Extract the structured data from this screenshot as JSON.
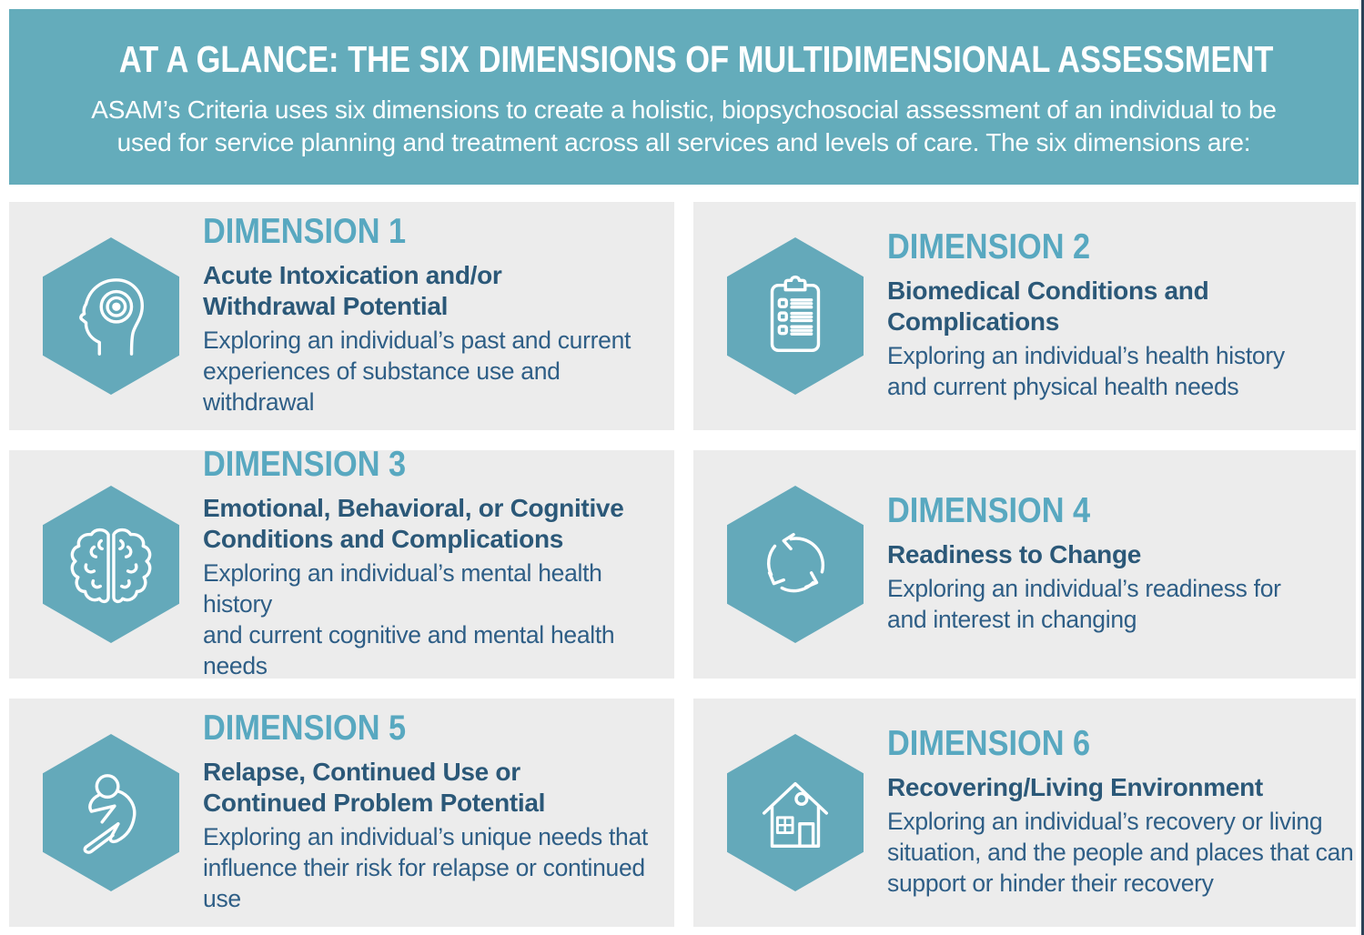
{
  "banner": {
    "title": "AT A GLANCE: THE SIX DIMENSIONS OF MULTIDIMENSIONAL ASSESSMENT",
    "subtitle": "ASAM’s Criteria uses six dimensions to create a holistic, biopsychosocial assessment of an individual to be\nused for service planning and treatment across all services and levels of care. The six dimensions are:"
  },
  "colors": {
    "banner_bg": "#64ACBB",
    "card_bg": "#ECECEC",
    "hexagon_fill": "#64A9BA",
    "dimension_heading": "#58A8C0",
    "card_title_text": "#2B5878",
    "card_body_text": "#2E5E86",
    "icon_stroke": "#FFFFFF",
    "page_bg": "#FFFFFF"
  },
  "cards": [
    {
      "heading": "DIMENSION 1",
      "icon": "head-target-icon",
      "title": "Acute Intoxication and/or\nWithdrawal Potential",
      "description": "Exploring an individual’s past and current\nexperiences of substance use and withdrawal"
    },
    {
      "heading": "DIMENSION 2",
      "icon": "clipboard-checklist-icon",
      "title": "Biomedical Conditions and\nComplications",
      "description": "Exploring an individual’s health history\nand current physical health needs"
    },
    {
      "heading": "DIMENSION 3",
      "icon": "brain-icon",
      "title": "Emotional, Behavioral, or Cognitive\nConditions and Complications",
      "description": "Exploring an individual’s mental health history\nand current cognitive and mental health needs"
    },
    {
      "heading": "DIMENSION 4",
      "icon": "cycle-arrows-icon",
      "title": "Readiness to Change",
      "description": "Exploring an individual’s readiness for\nand interest in changing"
    },
    {
      "heading": "DIMENSION 5",
      "icon": "hunched-person-icon",
      "title": "Relapse, Continued Use or\nContinued Problem Potential",
      "description": "Exploring an individual’s unique needs that\ninfluence their risk for relapse or continued use"
    },
    {
      "heading": "DIMENSION 6",
      "icon": "house-icon",
      "title": "Recovering/Living Environment",
      "description": "Exploring an individual’s recovery or living\nsituation, and the people and places that can\nsupport or hinder their recovery"
    }
  ]
}
